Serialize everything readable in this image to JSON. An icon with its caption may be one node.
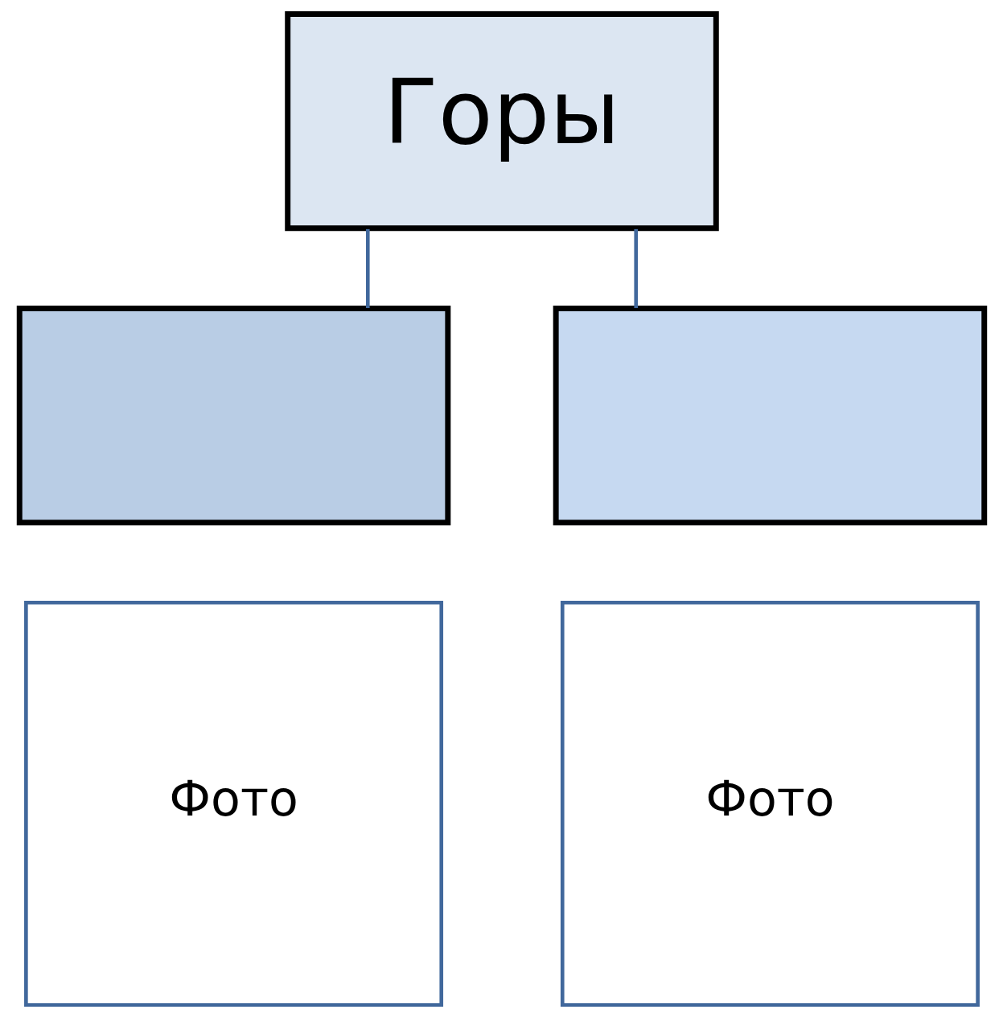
{
  "diagram": {
    "nodes": [
      {
        "text": [
          "Горы"
        ]
      },
      {
        "text": [],
        "shape": "box"
      },
      {
        "text": [],
        "shape": "box"
      },
      {
        "text": [
          "Фото"
        ]
      },
      {
        "text": [
          "Фото"
        ]
      }
    ],
    "edges": [
      {
        "from": 0,
        "to": 1,
        "arrow": "none"
      },
      {
        "from": 0,
        "to": 2,
        "arrow": "none"
      }
    ]
  }
}
